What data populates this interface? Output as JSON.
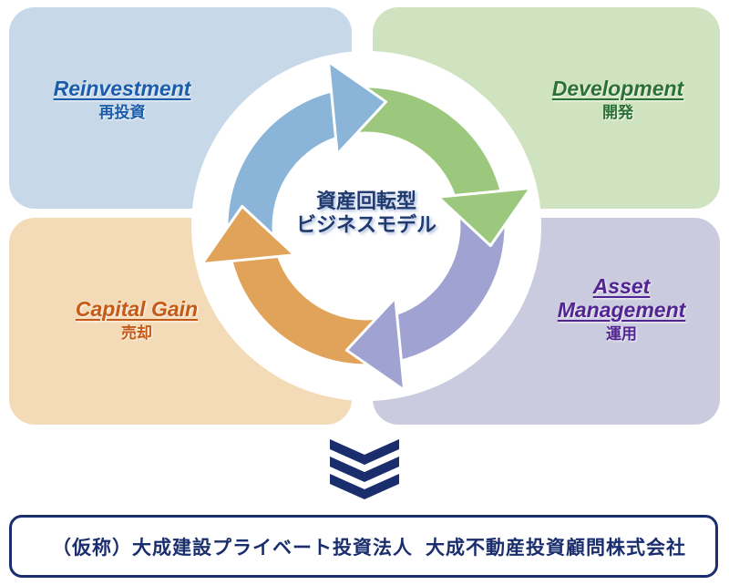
{
  "diagram": {
    "center_label": {
      "line1": "資産回転型",
      "line2": "ビジネスモデル",
      "color": "#1e3a6e"
    },
    "quadrants": [
      {
        "key": "reinvestment",
        "title": "Reinvestment",
        "subtitle": "再投資",
        "panel_color": "#c7d8e9",
        "text_color": "#1b5cab",
        "arrow_color": "#8bb5d8"
      },
      {
        "key": "development",
        "title": "Development",
        "subtitle": "開発",
        "panel_color": "#d0e3c0",
        "text_color": "#2b7034",
        "arrow_color": "#9bc87d"
      },
      {
        "key": "capital-gain",
        "title": "Capital Gain",
        "subtitle": "売却",
        "panel_color": "#f4dbb8",
        "text_color": "#c45a17",
        "arrow_color": "#e1a259"
      },
      {
        "key": "asset-management",
        "title": "Asset Management",
        "subtitle": "運用",
        "panel_color": "#cbcbdf",
        "text_color": "#512491",
        "arrow_color": "#a0a3d2"
      }
    ],
    "cycle_direction": "clockwise",
    "flow_arrow": {
      "direction": "down",
      "chevron_count": 3,
      "color": "#1a2e6d"
    }
  },
  "footer": {
    "left_entity": "（仮称）大成建設プライベート投資法人",
    "right_entity": "大成不動産投資顧問株式会社",
    "border_color": "#1a2e6d",
    "text_color": "#1a2e6d"
  }
}
